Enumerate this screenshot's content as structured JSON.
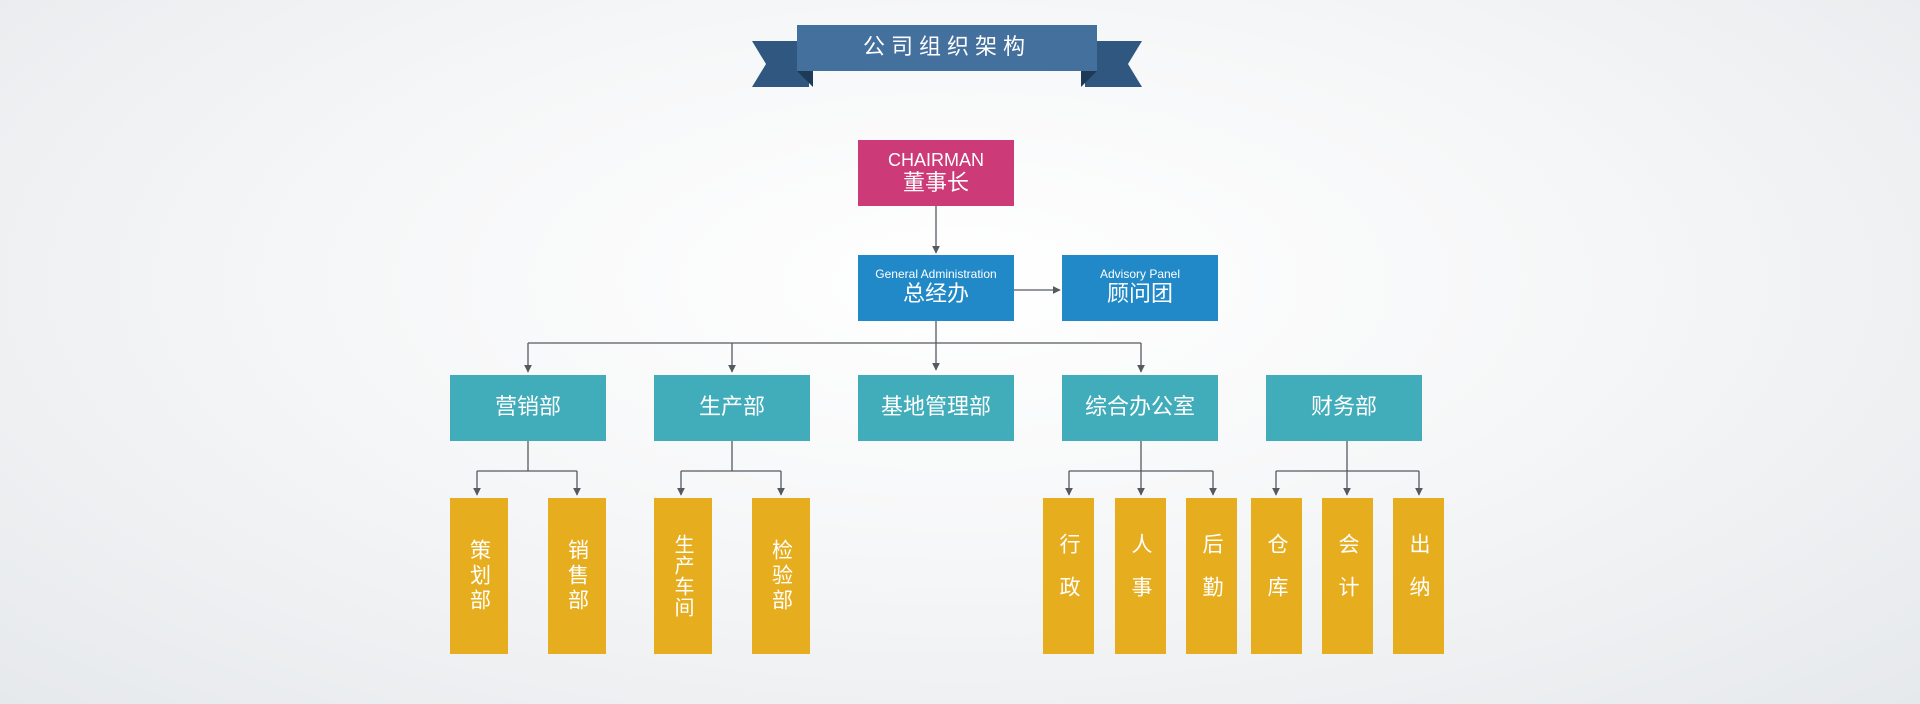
{
  "title": "公司组织架构",
  "colors": {
    "ribbon": "#44709e",
    "ribbon_dark": "#2f577f",
    "chairman": "#cc3b78",
    "admin": "#2189c8",
    "department": "#41adbb",
    "sub_department": "#e6ad1f",
    "connector": "#555a60"
  },
  "chairman": {
    "en": "CHAIRMAN",
    "zh": "董事长"
  },
  "general_admin": {
    "en": "General Administration",
    "zh": "总经办"
  },
  "advisory": {
    "en": "Advisory Panel",
    "zh": "顾问团"
  },
  "departments": [
    {
      "name": "营销部",
      "subs": [
        "策划部",
        "销售部"
      ]
    },
    {
      "name": "生产部",
      "subs": [
        "生产车间",
        "检验部"
      ]
    },
    {
      "name": "基地管理部",
      "subs": []
    },
    {
      "name": "综合办公室",
      "subs": [
        "行政",
        "人事",
        "后勤"
      ]
    },
    {
      "name": "财务部",
      "subs": [
        "仓库",
        "会计",
        "出纳"
      ]
    }
  ]
}
